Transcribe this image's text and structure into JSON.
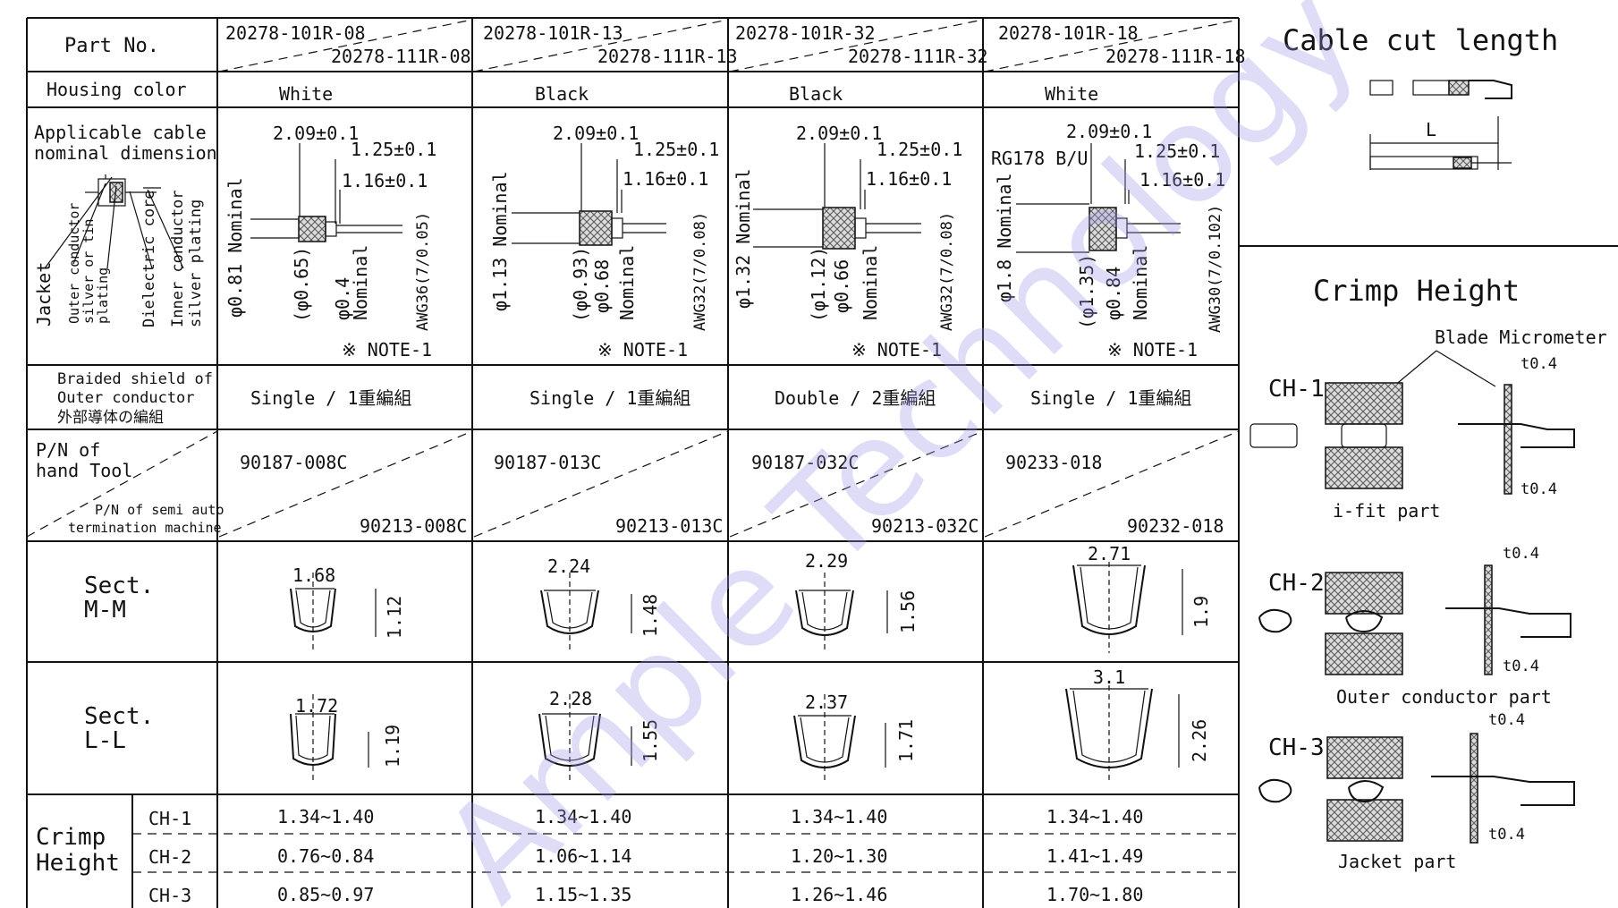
{
  "header": {
    "part_no_label": "Part No.",
    "housing_label": "Housing color",
    "cable_label_1": "Applicable cable",
    "cable_label_2": "nominal dimension",
    "braid_label_1": "Braided shield of",
    "braid_label_2": "Outer conductor",
    "braid_label_3": "外部導体の編組",
    "tool_label_1": "P/N of",
    "tool_label_2": "hand Tool",
    "machine_label_1": "P/N of semi auto",
    "machine_label_2": "termination machine",
    "sect_mm_1": "Sect.",
    "sect_mm_2": "M-M",
    "sect_ll_1": "Sect.",
    "sect_ll_2": "L-L",
    "crimp_label_1": "Crimp",
    "crimp_label_2": "Height",
    "ch1": "CH-1",
    "ch2": "CH-2",
    "ch3": "CH-3"
  },
  "cable_parts": [
    "Jacket",
    "Outer conductor",
    "silver or tin",
    "plating",
    "Dielectric core",
    "Inner conductor",
    "silver plating"
  ],
  "columns": [
    {
      "part_a": "20278-101R-08",
      "part_b": "20278-111R-08",
      "housing": "White",
      "cable_name": "",
      "dim_a": "2.09±0.1",
      "dim_b": "1.25±0.1",
      "dim_c": "1.16±0.1",
      "v1": "φ0.81 Nominal",
      "v2": "(φ0.65)",
      "v3": "φ0.4",
      "v3b": "Nominal",
      "awg": "AWG36(7/0.05)",
      "note": "※ NOTE-1",
      "braid": "Single / 1重編組",
      "tool": "90187-008C",
      "machine": "90213-008C",
      "mm_w": "1.68",
      "mm_h": "1.12",
      "ll_w": "1.72",
      "ll_h": "1.19",
      "ch1": "1.34~1.40",
      "ch2": "0.76~0.84",
      "ch3": "0.85~0.97"
    },
    {
      "part_a": "20278-101R-13",
      "part_b": "20278-111R-13",
      "housing": "Black",
      "cable_name": "",
      "dim_a": "2.09±0.1",
      "dim_b": "1.25±0.1",
      "dim_c": "1.16±0.1",
      "v1": "φ1.13 Nominal",
      "v2": "(φ0.93)",
      "v3": "φ0.68",
      "v3b": "Nominal",
      "awg": "AWG32(7/0.08)",
      "note": "※ NOTE-1",
      "braid": "Single / 1重編組",
      "tool": "90187-013C",
      "machine": "90213-013C",
      "mm_w": "2.24",
      "mm_h": "1.48",
      "ll_w": "2.28",
      "ll_h": "1.55",
      "ch1": "1.34~1.40",
      "ch2": "1.06~1.14",
      "ch3": "1.15~1.35"
    },
    {
      "part_a": "20278-101R-32",
      "part_b": "20278-111R-32",
      "housing": "Black",
      "cable_name": "",
      "dim_a": "2.09±0.1",
      "dim_b": "1.25±0.1",
      "dim_c": "1.16±0.1",
      "v1": "φ1.32 Nominal",
      "v2": "(φ1.12)",
      "v3": "φ0.66",
      "v3b": "Nominal",
      "awg": "AWG32(7/0.08)",
      "note": "※ NOTE-1",
      "braid": "Double / 2重編組",
      "tool": "90187-032C",
      "machine": "90213-032C",
      "mm_w": "2.29",
      "mm_h": "1.56",
      "ll_w": "2.37",
      "ll_h": "1.71",
      "ch1": "1.34~1.40",
      "ch2": "1.20~1.30",
      "ch3": "1.26~1.46"
    },
    {
      "part_a": "20278-101R-18",
      "part_b": "20278-111R-18",
      "housing": "White",
      "cable_name": "RG178 B/U",
      "dim_a": "2.09±0.1",
      "dim_b": "1.25±0.1",
      "dim_c": "1.16±0.1",
      "v1": "φ1.8 Nominal",
      "v2": "(φ1.35)",
      "v3": "φ0.84",
      "v3b": "Nominal",
      "awg": "AWG30(7/0.102)",
      "note": "※ NOTE-1",
      "braid": "Single / 1重編組",
      "tool": "90233-018",
      "machine": "90232-018",
      "mm_w": "2.71",
      "mm_h": "1.9",
      "ll_w": "3.1",
      "ll_h": "2.26",
      "ch1": "1.34~1.40",
      "ch2": "1.41~1.49",
      "ch3": "1.70~1.80"
    }
  ],
  "right_panel": {
    "cut_title": "Cable cut length",
    "cut_l": "L",
    "crimp_title": "Crimp Height",
    "micrometer": "Blade Micrometer",
    "ch1": "CH-1",
    "ch2": "CH-2",
    "ch3": "CH-3",
    "t04": "t0.4",
    "ifit": "i-fit part",
    "outer": "Outer conductor part",
    "jacket": "Jacket part"
  },
  "watermark": "Ample Technology Co.,Ltd."
}
